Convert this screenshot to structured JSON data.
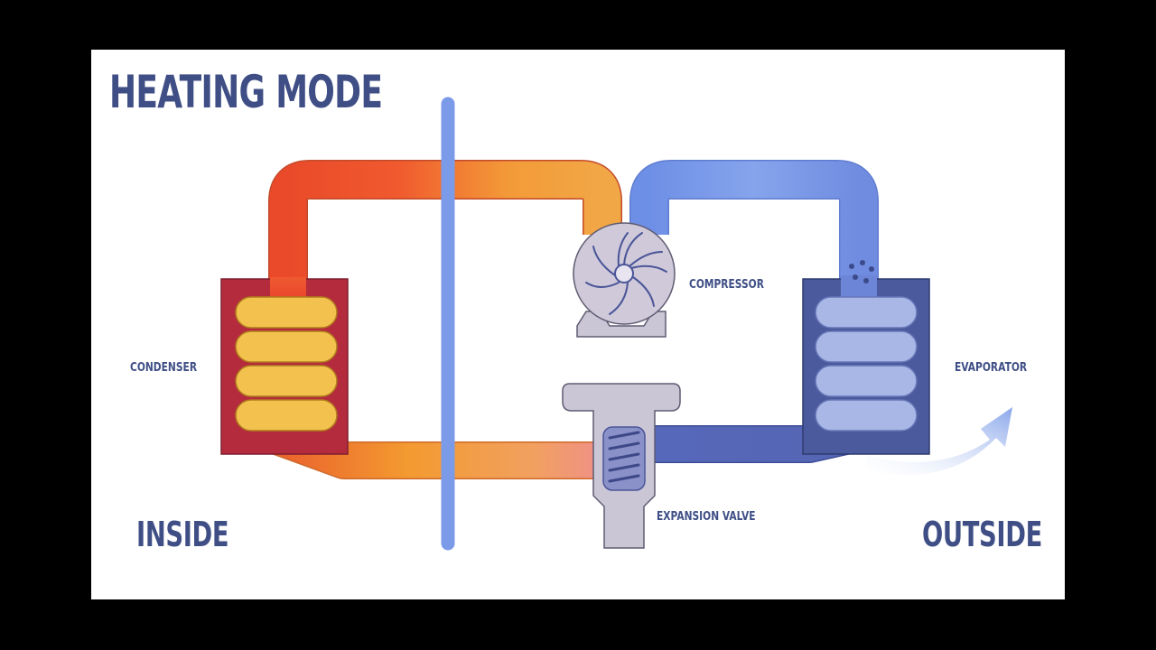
{
  "title": "HEATING MODE",
  "labels": {
    "condenser": "CONDENSER",
    "compressor": "COMPRESSOR",
    "evaporator": "EVAPORATOR",
    "expansion_valve": "EXPANSION VALVE",
    "inside": "INSIDE",
    "outside": "OUTSIDE"
  },
  "colors": {
    "hot_red": "#ea4a2a",
    "warm_orange": "#f3a13a",
    "cool_blue": "#7b9ae8",
    "dark_blue": "#5566b0",
    "condenser_body": "#b42b3d",
    "evaporator_body": "#4a5a9c",
    "divider": "#7b9ae8",
    "label_text": "#3f4f86"
  }
}
